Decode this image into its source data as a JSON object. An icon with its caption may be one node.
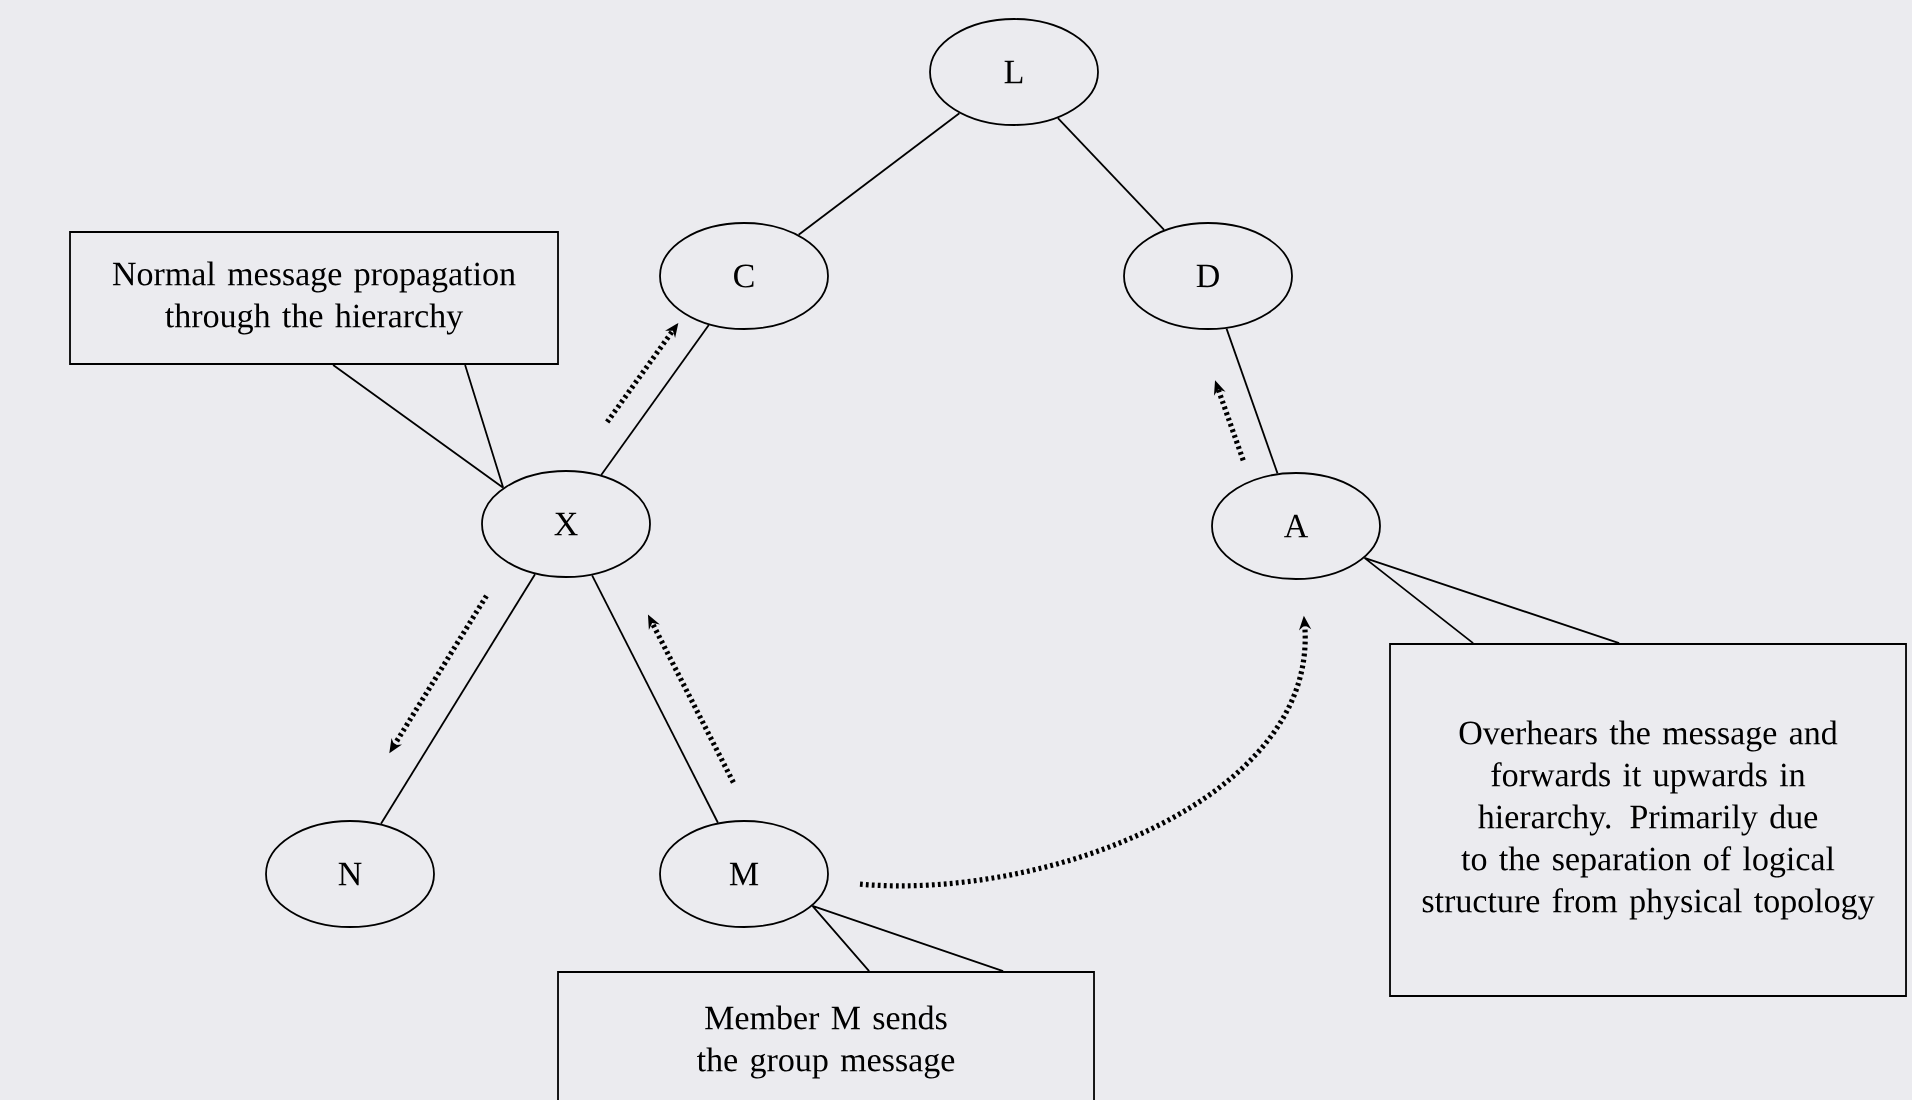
{
  "diagram": {
    "nodes": [
      {
        "text": [
          "L"
        ]
      },
      {
        "text": [
          "Normal message propagation through the hierarchy"
        ]
      },
      {
        "text": [
          "C"
        ]
      },
      {
        "text": [
          "D"
        ]
      },
      {
        "text": [
          "X"
        ]
      },
      {
        "text": [
          "A"
        ]
      },
      {
        "text": [
          "N"
        ]
      },
      {
        "text": [
          "M"
        ]
      },
      {
        "text": [
          "Overhears the message and forwards it upwards in hierarchy. Primarily due to the separation of logical structure from physical topology"
        ]
      },
      {
        "text": [
          "Member M sends the group message"
        ]
      }
    ],
    "edges": [
      {
        "from": 0,
        "to": 2,
        "arrow": "none"
      },
      {
        "from": 0,
        "to": 3,
        "arrow": "none"
      },
      {
        "from": 2,
        "to": 4,
        "arrow": "none"
      },
      {
        "from": 3,
        "to": 5,
        "arrow": "none"
      },
      {
        "from": 4,
        "to": 6,
        "arrow": "none"
      },
      {
        "from": 4,
        "to": 7,
        "arrow": "none"
      },
      {
        "from": 4,
        "to": 2,
        "arrow": "to",
        "style": "dashed"
      },
      {
        "from": 7,
        "to": 4,
        "arrow": "to",
        "style": "dashed"
      },
      {
        "from": 4,
        "to": 6,
        "arrow": "to",
        "style": "dashed"
      },
      {
        "from": 5,
        "to": 3,
        "arrow": "to",
        "style": "dashed"
      },
      {
        "from": 7,
        "to": 5,
        "arrow": "to",
        "style": "dashed"
      },
      {
        "from": 1,
        "to": 4,
        "arrow": "none"
      },
      {
        "from": 8,
        "to": 5,
        "arrow": "none"
      },
      {
        "from": 9,
        "to": 7,
        "arrow": "none"
      }
    ]
  }
}
